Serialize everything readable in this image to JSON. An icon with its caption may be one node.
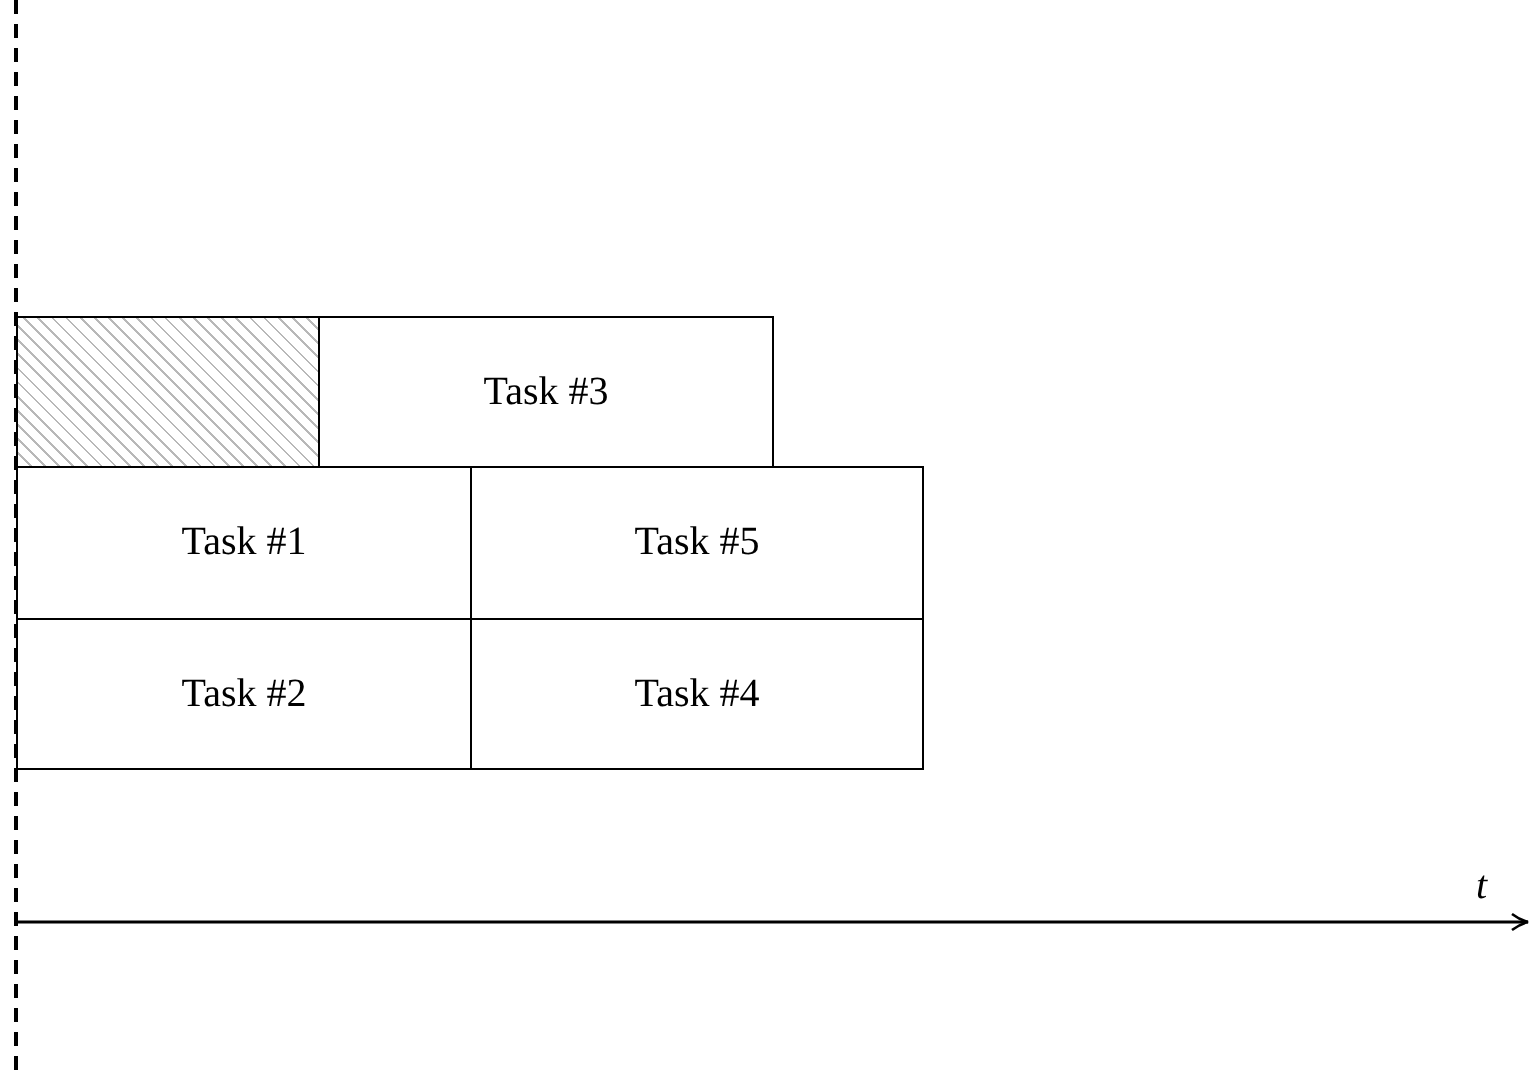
{
  "diagram": {
    "nodes": [
      {
        "text": [],
        "shape": "box"
      },
      {
        "text": [
          "Task #3"
        ]
      },
      {
        "text": [
          "Task #1"
        ]
      },
      {
        "text": [
          "Task #5"
        ]
      },
      {
        "text": [
          "Task #2"
        ]
      },
      {
        "text": [
          "Task #4"
        ]
      }
    ],
    "labels": [
      "t"
    ]
  }
}
